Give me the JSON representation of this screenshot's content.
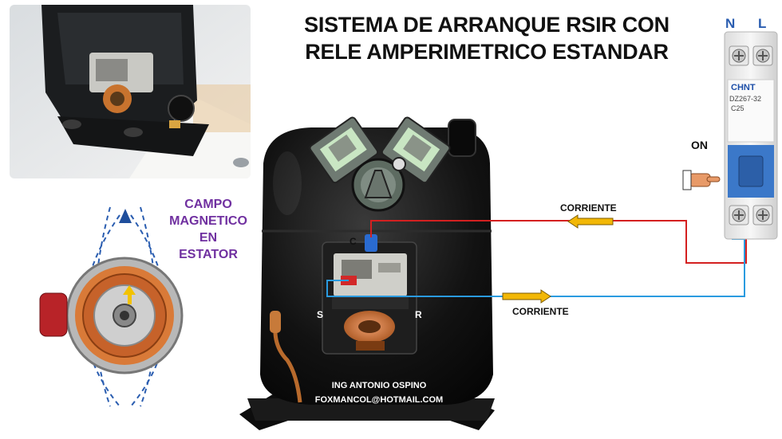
{
  "title": {
    "line1": "SISTEMA DE ARRANQUE RSIR CON",
    "line2": "RELE AMPERIMETRICO ESTANDAR"
  },
  "stator_label": {
    "line1": "CAMPO",
    "line2": "MAGNETICO",
    "line3": "EN",
    "line4": "ESTATOR"
  },
  "breaker": {
    "terminal_n": "N",
    "terminal_l": "L",
    "brand": "CHNT",
    "model": "DZ267-32",
    "rating": "C25",
    "state_label": "ON"
  },
  "compressor": {
    "terminal_c": "C",
    "terminal_s": "S",
    "terminal_r": "R"
  },
  "flow": {
    "top_label": "CORRIENTE",
    "bottom_label": "CORRIENTE"
  },
  "credits": {
    "author": "ING ANTONIO OSPINO",
    "email": "FOXMANCOL@HOTMAIL.COM"
  },
  "colors": {
    "line_live": "#d42020",
    "line_neutral": "#2a9be0",
    "arrow_fill": "#f2b705",
    "campo_text": "#7030a0",
    "breaker_handle": "#3b78c9"
  }
}
